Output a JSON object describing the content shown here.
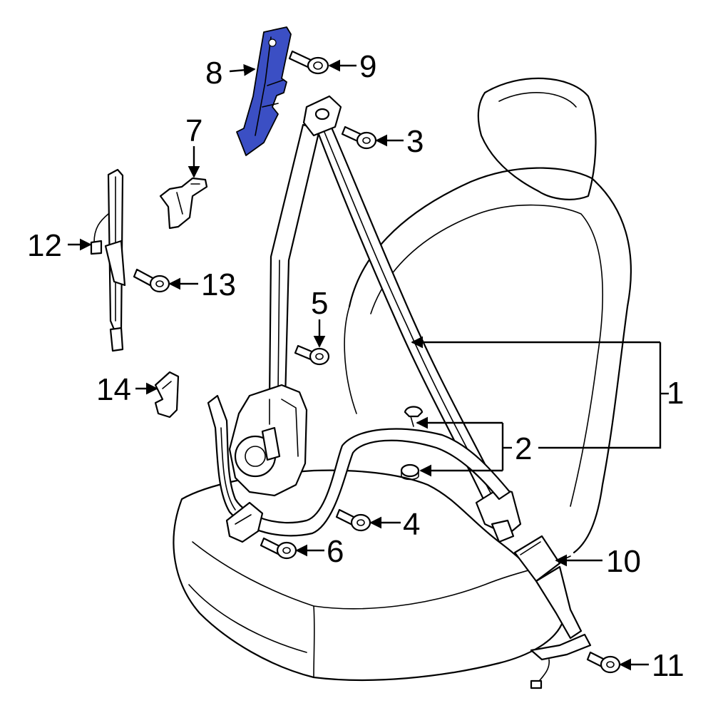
{
  "colors": {
    "line": "#000000",
    "background": "#ffffff",
    "highlight": "#3b4fc4"
  },
  "callouts": [
    {
      "id": "1",
      "label": "1"
    },
    {
      "id": "2",
      "label": "2"
    },
    {
      "id": "3",
      "label": "3"
    },
    {
      "id": "4",
      "label": "4"
    },
    {
      "id": "5",
      "label": "5"
    },
    {
      "id": "6",
      "label": "6"
    },
    {
      "id": "7",
      "label": "7"
    },
    {
      "id": "8",
      "label": "8"
    },
    {
      "id": "9",
      "label": "9"
    },
    {
      "id": "10",
      "label": "10"
    },
    {
      "id": "11",
      "label": "11"
    },
    {
      "id": "12",
      "label": "12"
    },
    {
      "id": "13",
      "label": "13"
    },
    {
      "id": "14",
      "label": "14"
    }
  ],
  "highlighted_part": "8"
}
